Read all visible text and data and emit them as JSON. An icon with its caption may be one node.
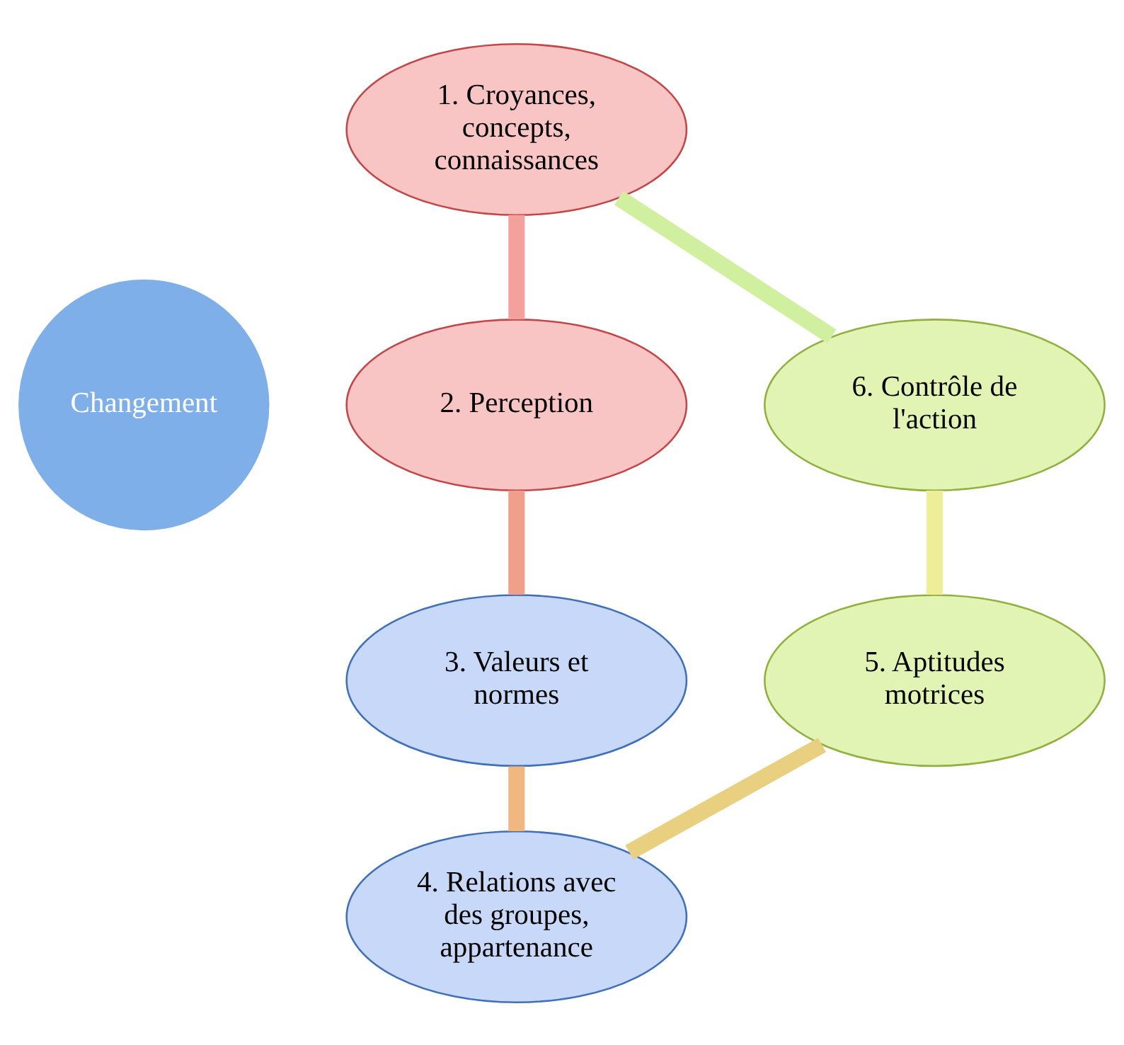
{
  "diagram": {
    "nodes": [
      {
        "text": [
          "Changement"
        ]
      },
      {
        "text": [
          "1. Croyances, concepts, connaissances"
        ]
      },
      {
        "text": [
          "2. Perception"
        ]
      },
      {
        "text": [
          "3. Valeurs et normes"
        ]
      },
      {
        "text": [
          "4. Relations avec des groupes, appartenance"
        ]
      },
      {
        "text": [
          "5. Aptitudes motrices"
        ]
      },
      {
        "text": [
          "6. Contrôle de l'action"
        ]
      }
    ],
    "edges": [
      {
        "from": 1,
        "to": 2,
        "arrow": "none",
        "color": "#f4a09c"
      },
      {
        "from": 2,
        "to": 3,
        "arrow": "none",
        "color": "#f0a08a"
      },
      {
        "from": 3,
        "to": 4,
        "arrow": "none",
        "color": "#f0b880"
      },
      {
        "from": 4,
        "to": 5,
        "arrow": "none",
        "color": "#e8d080"
      },
      {
        "from": 5,
        "to": 6,
        "arrow": "none",
        "color": "#eeee99"
      },
      {
        "from": 6,
        "to": 1,
        "arrow": "none",
        "color": "#d0f0a0"
      }
    ]
  }
}
